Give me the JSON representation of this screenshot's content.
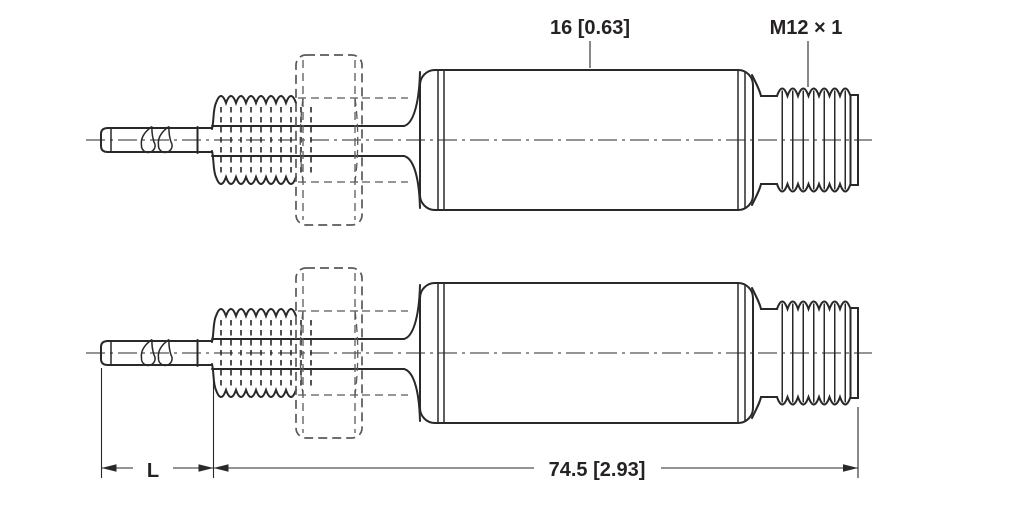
{
  "page": {
    "type": "technical-dimensional-drawing",
    "views": 2,
    "background": "#ffffff"
  },
  "labels": {
    "body_diameter": "16 [0.63]",
    "connector_thread": "M12 × 1",
    "probe_length": "L",
    "overall_length": "74.5 [2.93]"
  },
  "colors": {
    "line": "#2b2828",
    "phantom_line": "#59595c",
    "text": "#262223"
  }
}
